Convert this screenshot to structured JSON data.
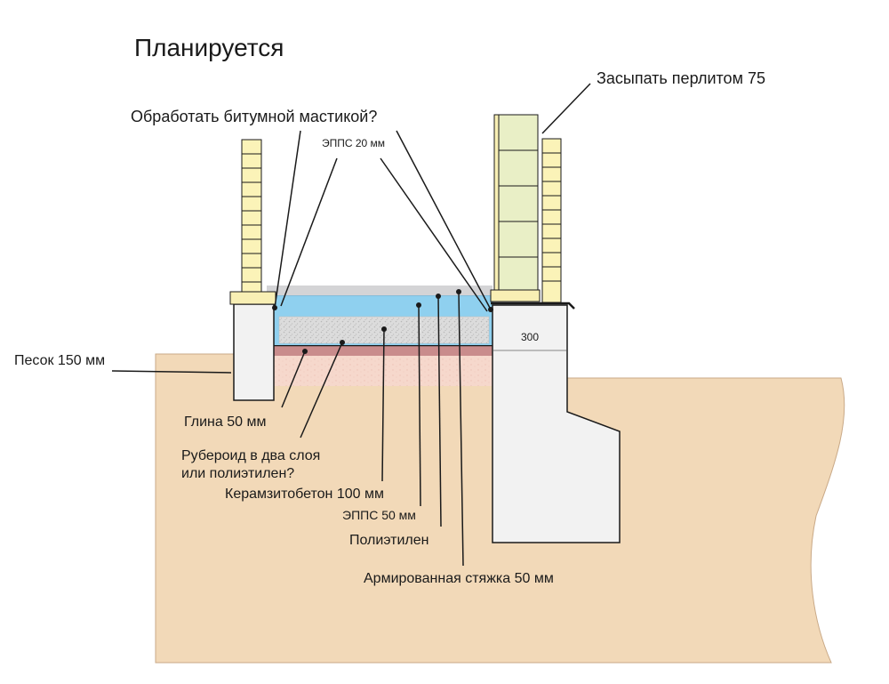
{
  "title": "Планируется",
  "labels": {
    "bitum": "Обработать битумной мастикой?",
    "epps20": "ЭППС 20 мм",
    "perlite": "Засыпать перлитом 75",
    "sand": "Песок 150 мм",
    "clay": "Глина 50 мм",
    "ruberoid_1": "Рубероид в два слоя",
    "ruberoid_2": "или полиэтилен?",
    "keramzit": "Керамзитобетон 100 мм",
    "epps50": "ЭППС 50 мм",
    "polyethylene": "Полиэтилен",
    "screed": "Армированная стяжка 50 мм",
    "dim300": "300"
  },
  "colors": {
    "ground": "#f2d9b8",
    "sand": "#f6d8cc",
    "clay": "#c98c8c",
    "epps": "#8fd0ef",
    "keramzit": "#dedede",
    "screed": "#d4d4d6",
    "foundation": "#f2f2f2",
    "brick": "#fbf3b8",
    "perlite": "#e9efc6",
    "line": "#1a1a1a"
  }
}
